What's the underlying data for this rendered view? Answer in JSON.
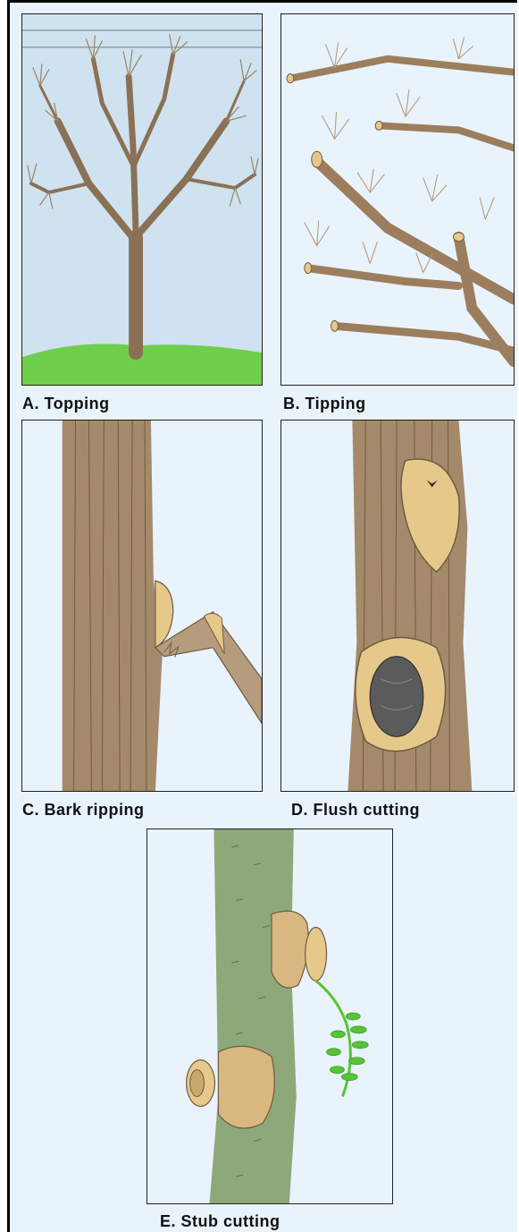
{
  "panels": [
    {
      "id": "A",
      "caption": "A. Topping"
    },
    {
      "id": "B",
      "caption": "B. Tipping"
    },
    {
      "id": "C",
      "caption": "C. Bark ripping"
    },
    {
      "id": "D",
      "caption": "D. Flush cutting"
    },
    {
      "id": "E",
      "caption": "E. Stub cutting"
    }
  ],
  "colors": {
    "background": "#e9f3fb",
    "sky": "#cfe2ef",
    "grass": "#6fce4a",
    "bark": "#a48a6a",
    "bark_dark": "#6f5a45",
    "cut_wood": "#e6c98a",
    "leaf": "#56c436"
  }
}
